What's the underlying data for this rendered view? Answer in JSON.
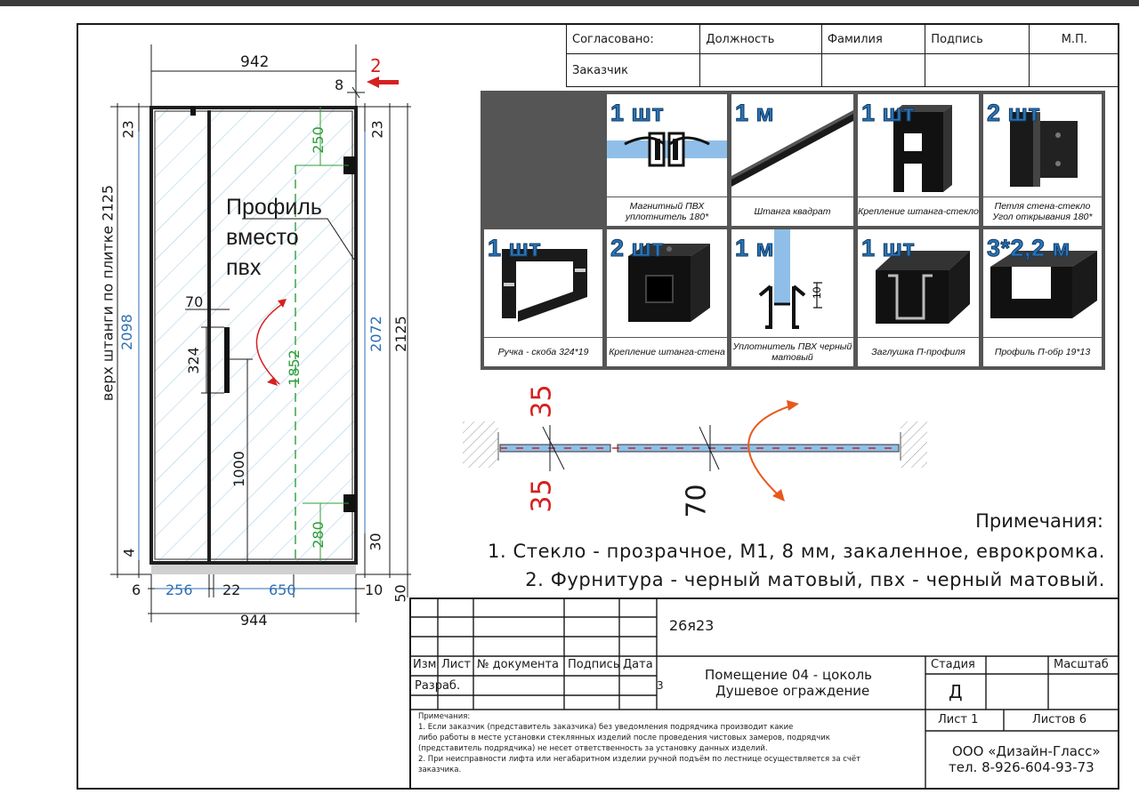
{
  "approval": {
    "agreed_label": "Согласовано:",
    "customer_label": "Заказчик",
    "cols": [
      "Должность",
      "Фамилия",
      "Подпись",
      "М.П."
    ]
  },
  "parts": [
    {
      "qty": "1 шт",
      "caption": "Магнитный ПВХ уплотнитель 180*",
      "icon": "magnetic-seal"
    },
    {
      "qty": "1 м",
      "caption": "Штанга квадрат",
      "icon": "square-bar"
    },
    {
      "qty": "1 шт",
      "caption": "Крепление штанга-стекло",
      "icon": "bar-glass-clamp"
    },
    {
      "qty": "2 шт",
      "caption": "Петля стена-стекло Угол открывания 180*",
      "icon": "wall-glass-hinge"
    },
    {
      "qty": "1 шт",
      "caption": "Ручка - скоба 324*19",
      "icon": "bracket-handle"
    },
    {
      "qty": "2 шт",
      "caption": "Крепление штанга-стена",
      "icon": "bar-wall-mount"
    },
    {
      "qty": "1 м",
      "caption": "Уплотнитель ПВХ черный матовый",
      "icon": "pvc-seal",
      "dim": "10"
    },
    {
      "qty": "1 шт",
      "caption": "Заглушка П-профиля",
      "icon": "u-profile-cap"
    },
    {
      "qty": "3*2,2 м",
      "caption": "Профиль П-обр 19*13",
      "icon": "u-profile"
    }
  ],
  "elevation": {
    "overall_top": "942",
    "overall_bottom": "944",
    "gap_top": "8",
    "callout_number": "2",
    "left_outer_height": "верх штанги по плитке 2125",
    "left_height": "2098",
    "left_top_gap": "23",
    "left_bottom_gap": "4",
    "right_top_gap": "23",
    "right_height": "2072",
    "right_outer_height": "2125",
    "right_bottom_gap": "30",
    "floor_gap": "50",
    "hinge_top": "250",
    "hinge_bottom": "280",
    "door_height": "1852",
    "handle_width": "70",
    "handle_length": "324",
    "handle_height": "1000",
    "bottom_dims": [
      "6",
      "256",
      "22",
      "650",
      "10"
    ],
    "profile_note": [
      "Профиль",
      "вместо",
      "пвх"
    ]
  },
  "plan": {
    "top_dim": "35",
    "bottom_dim": "35",
    "door_dim": "70"
  },
  "notes": {
    "title": "Примечания:",
    "lines": [
      "1. Стекло - прозрачное, М1, 8 мм, закаленное, еврокромка.",
      "2. Фурнитура - черный матовый, пвх - черный матовый."
    ]
  },
  "title_block": {
    "code": "26я23",
    "headers": [
      "Изм",
      "Лист",
      "№ документа",
      "Подпись",
      "Дата"
    ],
    "developed_label": "Разраб.",
    "date_fragment": "3",
    "project_line1": "Помещение 04 - цоколь",
    "project_line2": "Душевое ограждение",
    "stage_label": "Стадия",
    "scale_label": "Масштаб",
    "stage_value": "Д",
    "sheet_label": "Лист 1",
    "sheets_label": "Листов 6",
    "company": "ООО «Дизайн-Гласс»",
    "phone": "тел. 8-926-604-93-73",
    "small_notes_title": "Примечания:",
    "small_notes": [
      "1. Если заказчик (представитель заказчика) без уведомления подрядчика производит какие",
      "либо работы в месте установки стеклянных изделий после проведения чистовых замеров, подрядчик",
      "(представитель подрядчика) не несет ответственность за установку данных изделий.",
      "2. При неисправности лифта или негабаритном изделии ручной подъём по лестнице осуществляется за счёт",
      "заказчика."
    ]
  },
  "colors": {
    "frame": "#1f1f1f",
    "blue_dim": "#2e6fb5",
    "green_dim": "#2f9c3a",
    "red": "#d62020",
    "glass": "#8fbfe8",
    "qty_blue": "#2c74b4"
  }
}
